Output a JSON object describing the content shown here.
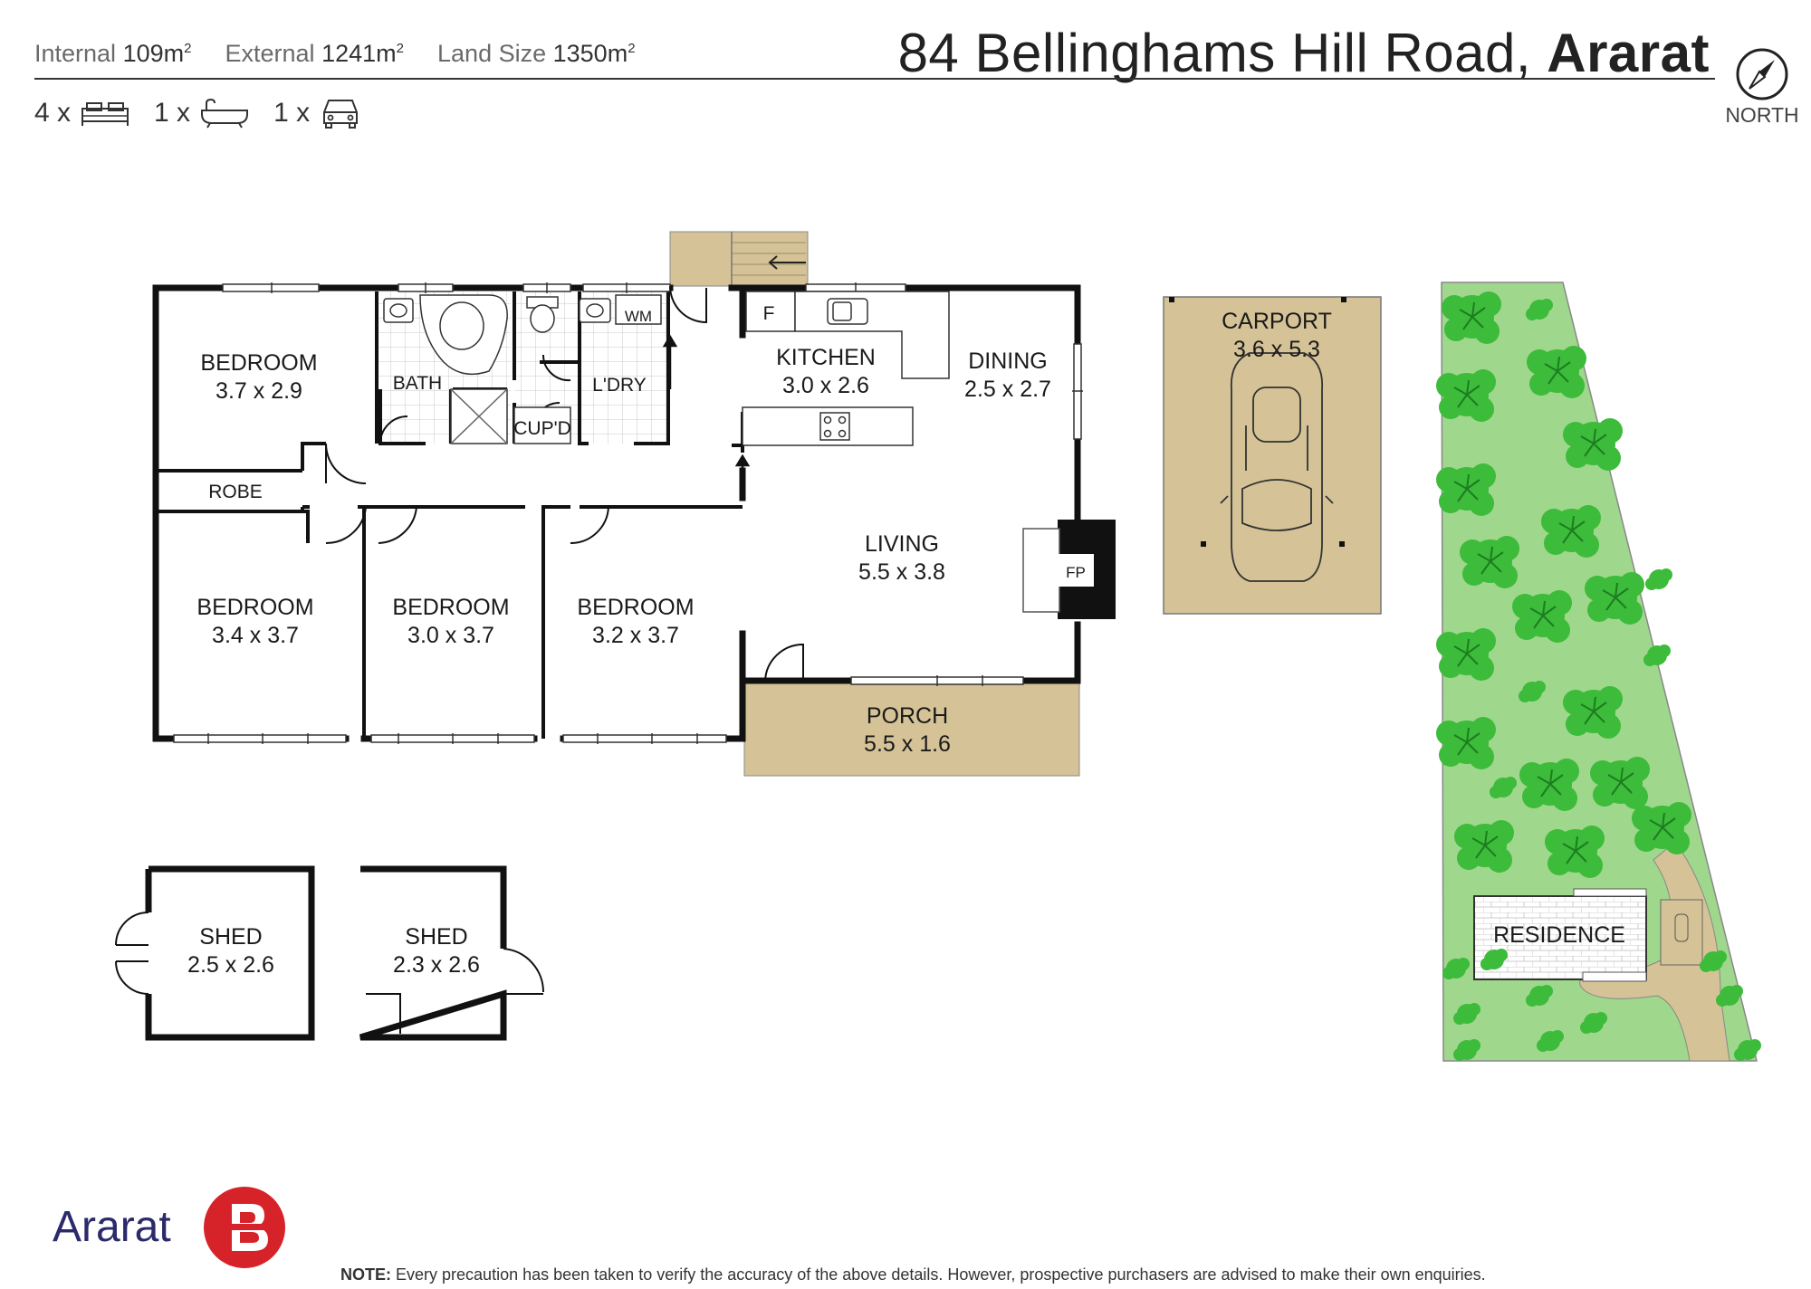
{
  "header": {
    "internal_label": "Internal",
    "internal_value": "109m",
    "external_label": "External",
    "external_value": "1241m",
    "land_label": "Land Size",
    "land_value": "1350m",
    "area_superscript": "2",
    "address_street": "84 Bellinghams Hill Road,",
    "address_suburb": "Ararat",
    "compass_label": "NORTH"
  },
  "features": {
    "bedrooms": "4 x",
    "bathrooms": "1 x",
    "cars": "1 x"
  },
  "rooms": [
    {
      "name": "BEDROOM",
      "size": "3.7 x 2.9"
    },
    {
      "name": "BATH",
      "size": ""
    },
    {
      "name": "L'DRY",
      "size": ""
    },
    {
      "name": "CUP'D",
      "size": ""
    },
    {
      "name": "WM",
      "size": ""
    },
    {
      "name": "F",
      "size": ""
    },
    {
      "name": "KITCHEN",
      "size": "3.0 x 2.6"
    },
    {
      "name": "DINING",
      "size": "2.5 x 2.7"
    },
    {
      "name": "ROBE",
      "size": ""
    },
    {
      "name": "LIVING",
      "size": "5.5 x 3.8"
    },
    {
      "name": "FP",
      "size": ""
    },
    {
      "name": "BEDROOM",
      "size": "3.4 x 3.7"
    },
    {
      "name": "BEDROOM",
      "size": "3.0 x 3.7"
    },
    {
      "name": "BEDROOM",
      "size": "3.2 x 3.7"
    },
    {
      "name": "PORCH",
      "size": "5.5 x 1.6"
    },
    {
      "name": "CARPORT",
      "size": "3.6 x 5.3"
    },
    {
      "name": "SHED",
      "size": "2.5 x 2.6"
    },
    {
      "name": "SHED",
      "size": "2.3 x 2.6"
    },
    {
      "name": "RESIDENCE",
      "size": ""
    }
  ],
  "colors": {
    "porch_fill": "#d5c397",
    "tree_green": "#3dbb3a",
    "lawn_green": "#9fd78c",
    "brand_red": "#d6232a",
    "brand_navy": "#2b2a6b"
  },
  "footer": {
    "brand_name": "Ararat",
    "brand_logo_letter": "B",
    "note_label": "NOTE:",
    "note_text": "Every precaution has been taken to verify the accuracy of the above details. However, prospective purchasers are advised to make their own enquiries."
  }
}
